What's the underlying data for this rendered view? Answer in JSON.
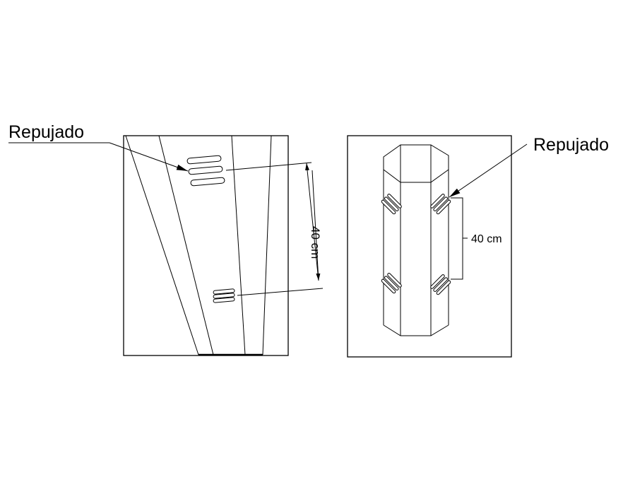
{
  "left_view": {
    "label": "Repujado",
    "dimension": "40 cm"
  },
  "right_view": {
    "label": "Repujado",
    "dimension": "40 cm"
  },
  "colors": {
    "line": "#000000",
    "background": "#ffffff"
  }
}
